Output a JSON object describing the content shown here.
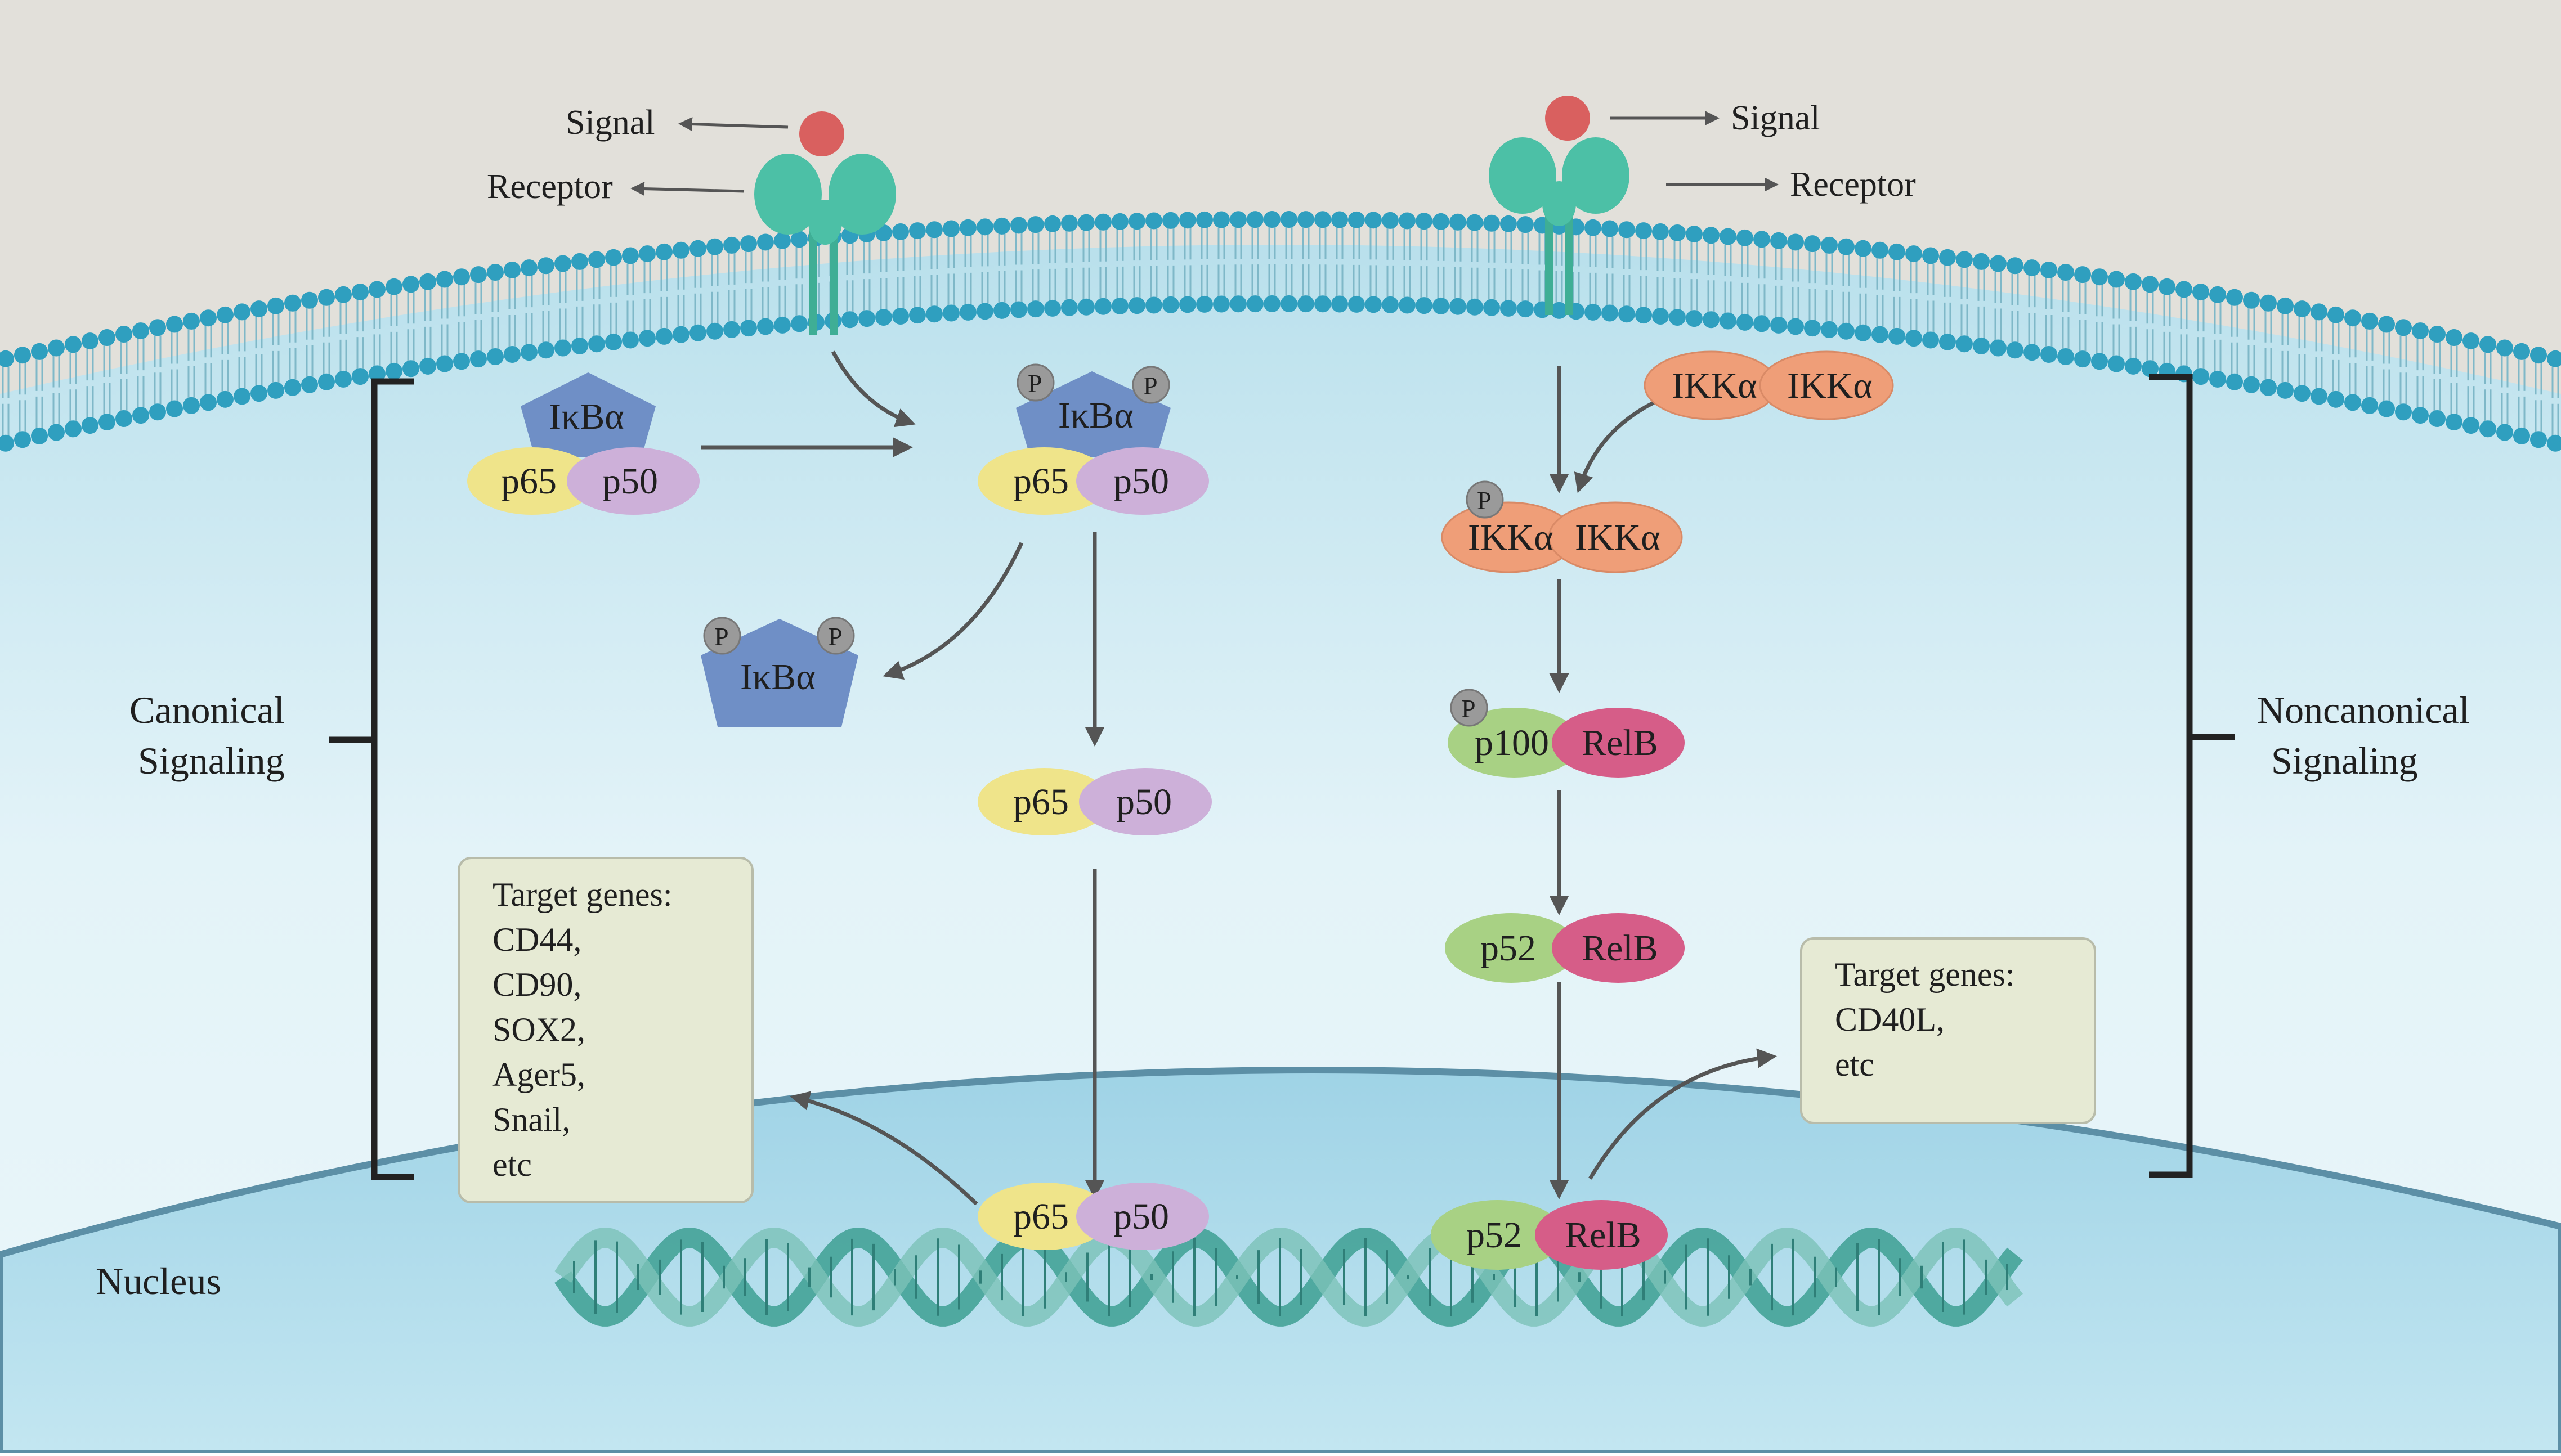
{
  "labels": {
    "signal": "Signal",
    "receptor": "Receptor",
    "nucleus": "Nucleus",
    "canonical_line1": "Canonical",
    "canonical_line2": "Signaling",
    "noncanonical_line1": "Noncanonical",
    "noncanonical_line2": "Signaling"
  },
  "proteins": {
    "ikba": "IκBα",
    "p65": "p65",
    "p50": "p50",
    "ikka": "IKKα",
    "p100": "p100",
    "p52": "p52",
    "relb": "RelB",
    "phospho": "P"
  },
  "canonical_targets": {
    "title": "Target genes:",
    "genes": [
      "CD44,",
      "CD90,",
      "SOX2,",
      "Ager5,",
      "Snail,",
      "etc"
    ]
  },
  "noncanonical_targets": {
    "title": "Target genes:",
    "genes": [
      "CD40L,",
      "etc"
    ]
  },
  "colors": {
    "extracellular": "#e2e0da",
    "cytoplasm": "#cde9f1",
    "nucleus": "#aedbe9",
    "membrane_head": "#2f9fbf",
    "receptor": "#4cc0a6",
    "signal": "#d9605f",
    "ikba": "#6f8fc6",
    "p65": "#efe48a",
    "p50": "#cdb0d9",
    "ikka": "#ef9e78",
    "p100": "#a8d184",
    "relb": "#d65d88",
    "phospho": "#9a9a9a",
    "target_box": "#e6ead4",
    "dna": "#4aa59c"
  }
}
